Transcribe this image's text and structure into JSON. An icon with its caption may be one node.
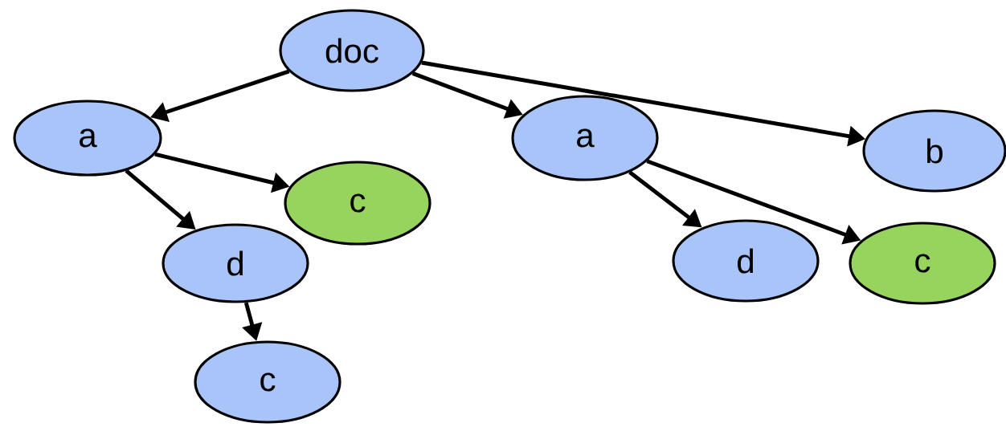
{
  "diagram": {
    "nodes": [
      {
        "text": [
          "doc"
        ]
      },
      {
        "text": [
          "a"
        ]
      },
      {
        "text": [
          "c"
        ]
      },
      {
        "text": [
          "d"
        ]
      },
      {
        "text": [
          "c"
        ]
      },
      {
        "text": [
          "a"
        ]
      },
      {
        "text": [
          "b"
        ]
      },
      {
        "text": [
          "d"
        ]
      },
      {
        "text": [
          "c"
        ]
      }
    ],
    "edges": [
      {
        "from": 0,
        "to": 1,
        "arrow": "to"
      },
      {
        "from": 1,
        "to": 2,
        "arrow": "to"
      },
      {
        "from": 1,
        "to": 3,
        "arrow": "to"
      },
      {
        "from": 3,
        "to": 4,
        "arrow": "to"
      },
      {
        "from": 0,
        "to": 5,
        "arrow": "to"
      },
      {
        "from": 0,
        "to": 6,
        "arrow": "to"
      },
      {
        "from": 5,
        "to": 7,
        "arrow": "to"
      },
      {
        "from": 5,
        "to": 8,
        "arrow": "to"
      }
    ]
  }
}
